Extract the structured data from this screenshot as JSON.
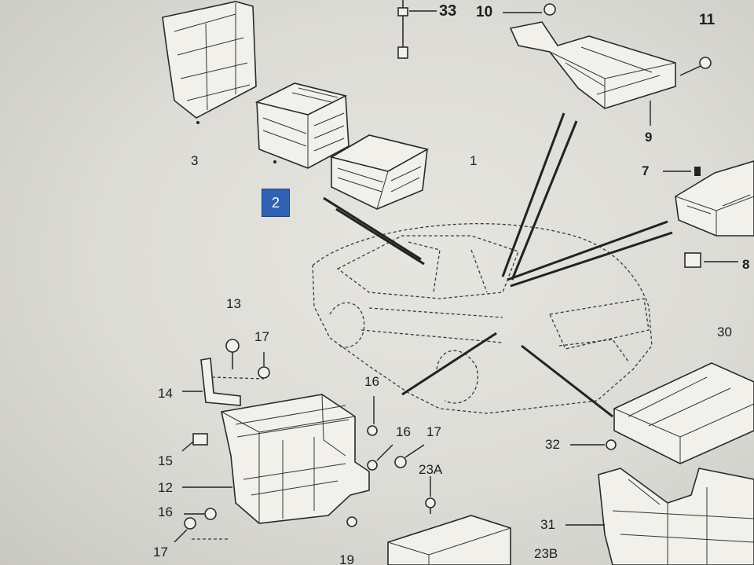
{
  "diagram": {
    "selected_part": "2",
    "callouts": [
      {
        "id": "c33",
        "text": "33"
      },
      {
        "id": "c10",
        "text": "10"
      },
      {
        "id": "c11",
        "text": "11"
      },
      {
        "id": "c3",
        "text": "3"
      },
      {
        "id": "c1",
        "text": "1"
      },
      {
        "id": "c9",
        "text": "9"
      },
      {
        "id": "c7",
        "text": "7"
      },
      {
        "id": "c8",
        "text": "8"
      },
      {
        "id": "c30",
        "text": "30"
      },
      {
        "id": "c13",
        "text": "13"
      },
      {
        "id": "c17a",
        "text": "17"
      },
      {
        "id": "c14",
        "text": "14"
      },
      {
        "id": "c16a",
        "text": "16"
      },
      {
        "id": "c16b",
        "text": "16"
      },
      {
        "id": "c17b",
        "text": "17"
      },
      {
        "id": "c23A",
        "text": "23A"
      },
      {
        "id": "c15",
        "text": "15"
      },
      {
        "id": "c12",
        "text": "12"
      },
      {
        "id": "c16c",
        "text": "16"
      },
      {
        "id": "c17c",
        "text": "17"
      },
      {
        "id": "c19",
        "text": "19"
      },
      {
        "id": "c32",
        "text": "32"
      },
      {
        "id": "c31",
        "text": "31"
      },
      {
        "id": "c23B",
        "text": "23B"
      }
    ]
  }
}
